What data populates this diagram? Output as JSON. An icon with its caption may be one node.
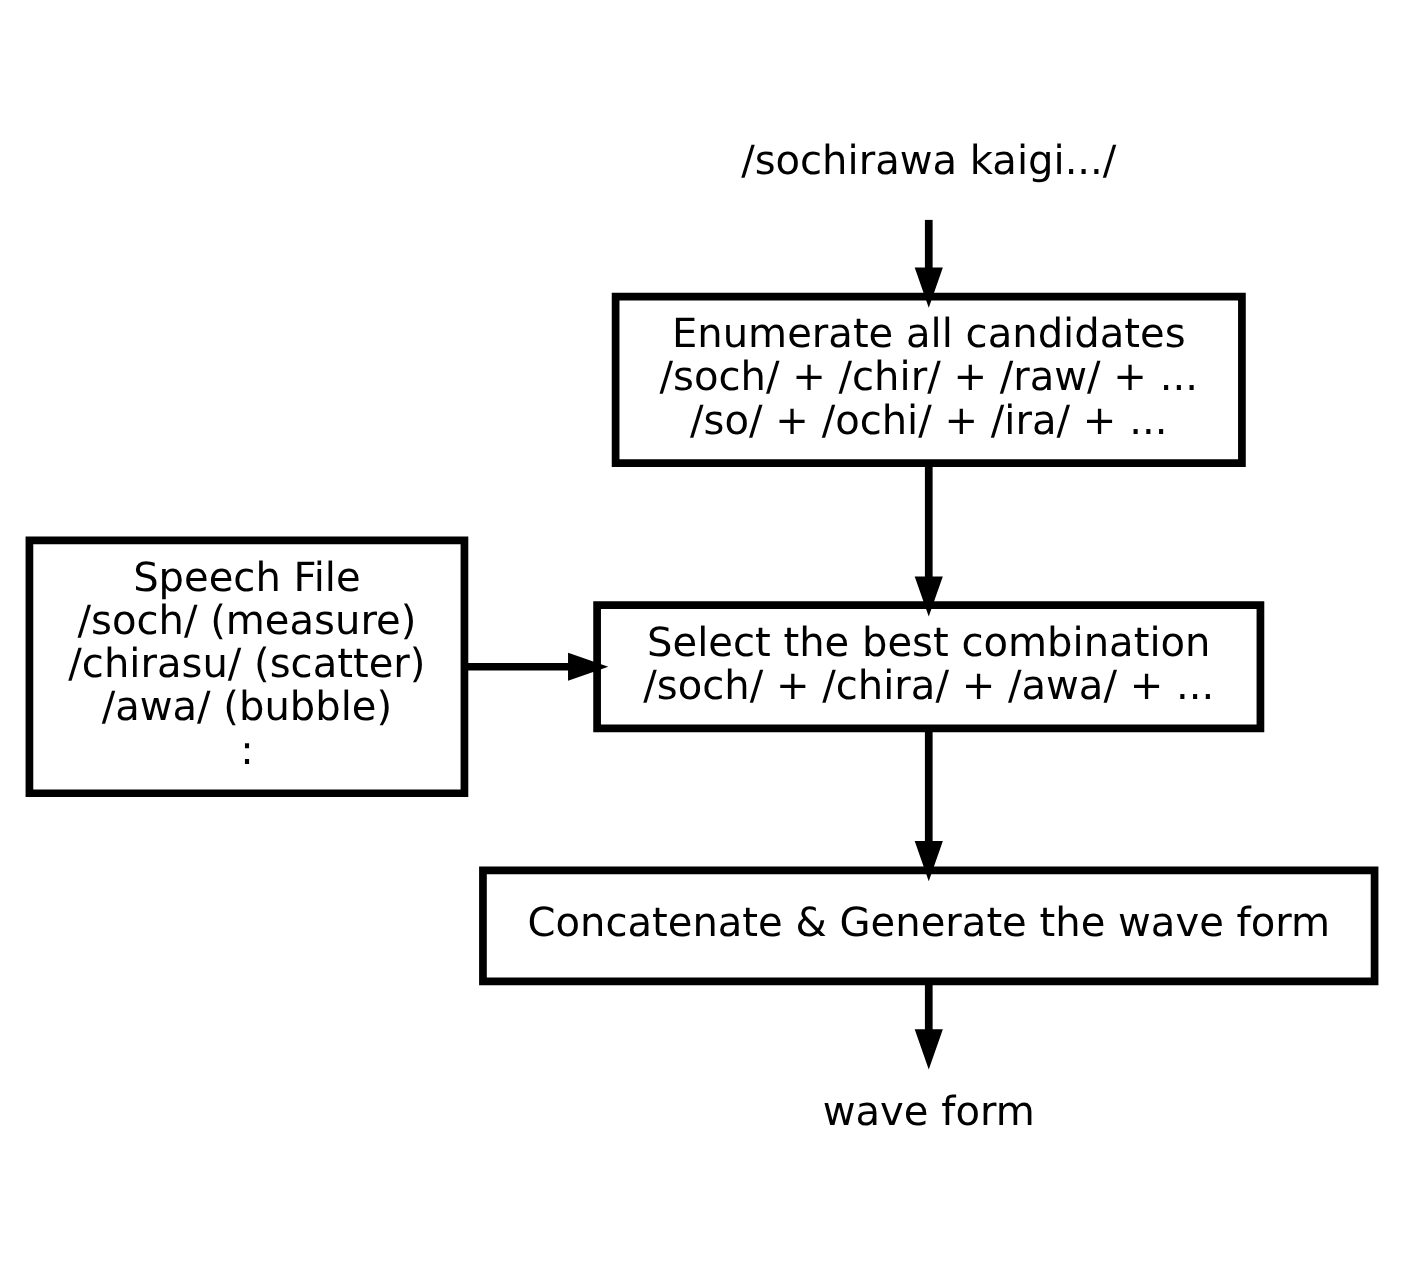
{
  "diagram": {
    "nodes": [
      {
        "text": [
          "/sochirawa kaigi.../"
        ]
      },
      {
        "text": [
          "Enumerate all candidates",
          "/soch/ + /chir/ + /raw/ + ...",
          "/so/ + /ochi/ + /ira/ + ..."
        ]
      },
      {
        "text": [
          "Select the best combination",
          "/soch/ + /chira/ + /awa/ + ..."
        ]
      },
      {
        "text": [
          "Speech File",
          "/soch/ (measure)",
          "/chirasu/ (scatter)",
          "/awa/ (bubble)",
          ":"
        ]
      },
      {
        "text": [
          "Concatenate & Generate the wave form"
        ]
      },
      {
        "text": [
          "wave form"
        ]
      }
    ],
    "edges": [
      {
        "from": 0,
        "to": 1,
        "arrow": "to"
      },
      {
        "from": 1,
        "to": 2,
        "arrow": "to"
      },
      {
        "from": 3,
        "to": 2,
        "arrow": "to"
      },
      {
        "from": 2,
        "to": 4,
        "arrow": "to"
      },
      {
        "from": 4,
        "to": 5,
        "arrow": "to"
      }
    ]
  }
}
